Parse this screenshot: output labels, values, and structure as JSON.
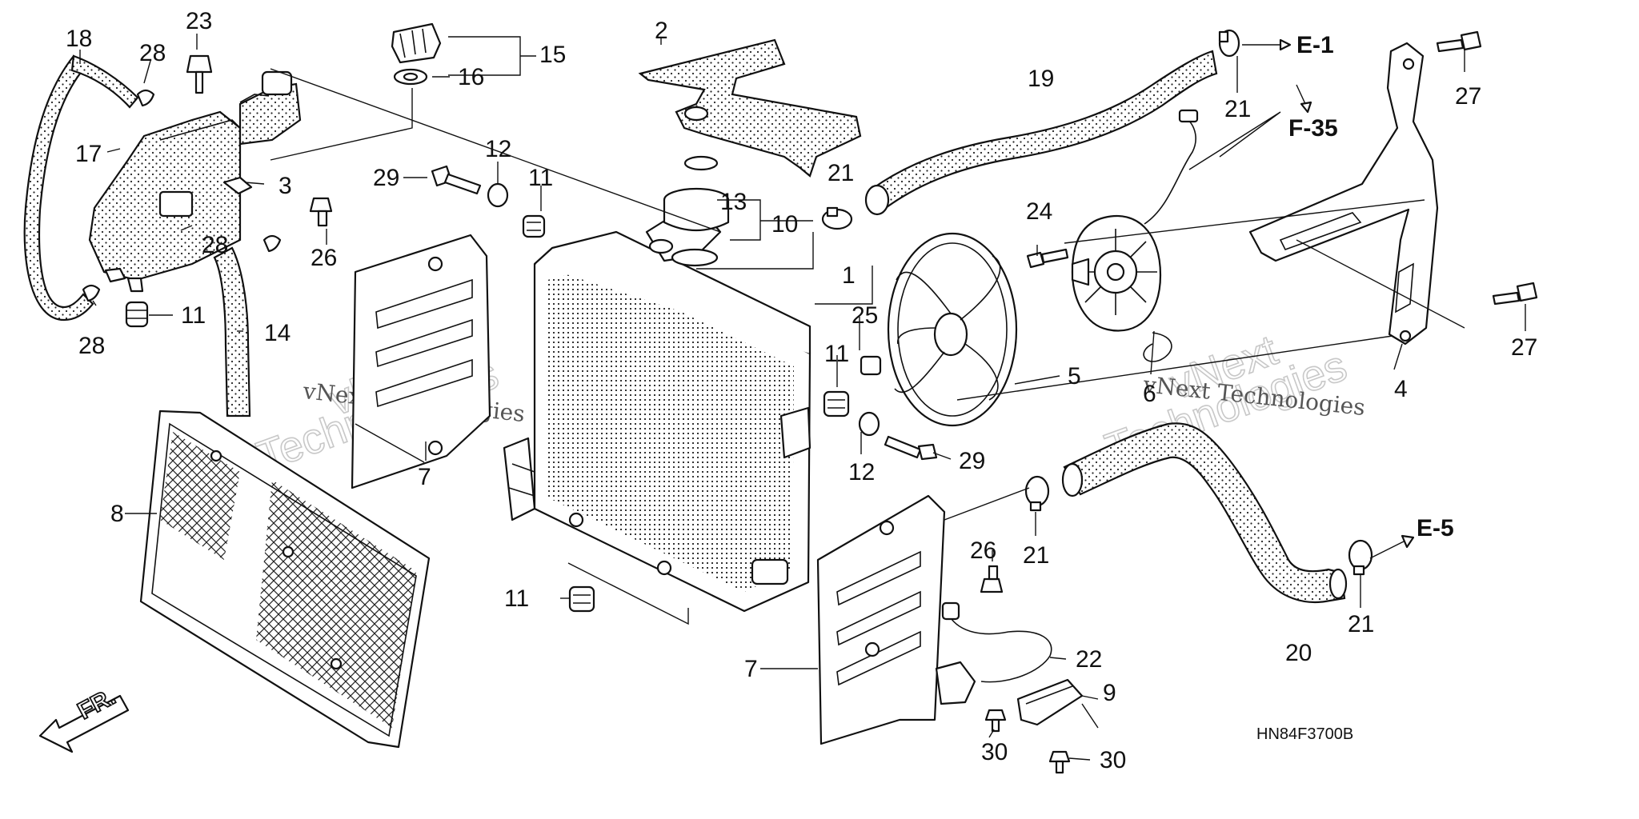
{
  "diagram": {
    "code": "HN84F3700B",
    "direction_label": "FR.",
    "watermark_small": "vNext Technologies",
    "watermark_big_1": "vNext",
    "watermark_big_2": "Technologies",
    "references": {
      "e1": "E-1",
      "f35": "F-35",
      "e5": "E-5"
    },
    "callouts": {
      "c1": "1",
      "c2": "2",
      "c3": "3",
      "c4": "4",
      "c5": "5",
      "c6": "6",
      "c7a": "7",
      "c7b": "7",
      "c8": "8",
      "c9": "9",
      "c10": "10",
      "c11a": "11",
      "c11b": "11",
      "c11c": "11",
      "c11d": "11",
      "c12a": "12",
      "c12b": "12",
      "c13": "13",
      "c14": "14",
      "c15": "15",
      "c16": "16",
      "c17": "17",
      "c18": "18",
      "c19": "19",
      "c20": "20",
      "c21a": "21",
      "c21b": "21",
      "c21c": "21",
      "c21d": "21",
      "c22": "22",
      "c23": "23",
      "c24": "24",
      "c25": "25",
      "c26a": "26",
      "c26b": "26",
      "c27a": "27",
      "c27b": "27",
      "c28a": "28",
      "c28b": "28",
      "c28c": "28",
      "c29a": "29",
      "c29b": "29",
      "c30a": "30",
      "c30b": "30"
    }
  }
}
